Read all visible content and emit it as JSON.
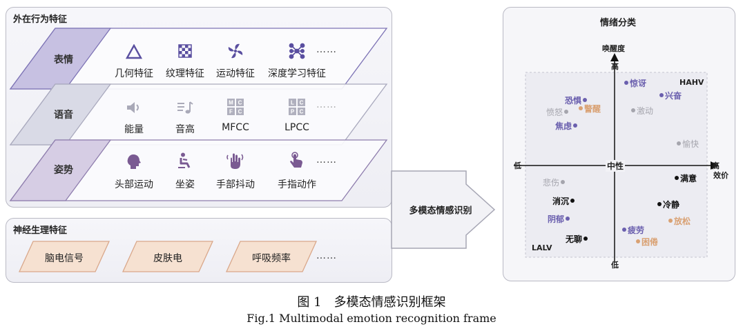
{
  "behavior_panel": {
    "title": "外在行为特征",
    "layers": [
      {
        "category": "表情",
        "items": [
          "几何特征",
          "纹理特征",
          "运动特征",
          "深度学习特征"
        ],
        "icons": [
          "triangle-icon",
          "checker-texture-icon",
          "pinwheel-icon",
          "neural-pattern-icon"
        ],
        "more": "……"
      },
      {
        "category": "语音",
        "items": [
          "能量",
          "音高",
          "MFCC",
          "LPCC"
        ],
        "icons": [
          "speaker-icon",
          "music-note-icon",
          "mfcc-grid-icon",
          "lpcc-grid-icon"
        ],
        "icon_text": {
          "mfcc": [
            "M",
            "C",
            "F",
            "C"
          ],
          "lpcc": [
            "L",
            "C",
            "P",
            "C"
          ]
        },
        "more": "……"
      },
      {
        "category": "姿势",
        "items": [
          "头部运动",
          "坐姿",
          "手部抖动",
          "手指动作"
        ],
        "icons": [
          "head-icon",
          "sitting-person-icon",
          "waving-hand-icon",
          "pointing-finger-icon"
        ],
        "more": "……"
      }
    ]
  },
  "physio_panel": {
    "title": "神经生理特征",
    "items": [
      "脑电信号",
      "皮肤电",
      "呼吸频率"
    ],
    "more": "……"
  },
  "arrow_label": "多模态情感识别",
  "emotion_panel": {
    "title": "情绪分类",
    "y_axis_label": "唤醒度",
    "y_top": "高",
    "y_bottom": "低",
    "x_left": "低",
    "x_right": "高",
    "x_axis_label": "效价",
    "center": "中性",
    "hahv": "HAHV",
    "lalv": "LALV",
    "colors": {
      "purple": "#6a5fae",
      "grey": "#a5a5ad",
      "orange": "#d9a173",
      "black": "#111111"
    },
    "emotions": {
      "jingya": "惊讶",
      "xingfen": "兴奋",
      "jidong": "激动",
      "yukuai": "愉快",
      "kongju": "恐惧",
      "fennu": "愤怒",
      "jingxing": "警醒",
      "jiaolv": "焦虑",
      "manyi": "满意",
      "lengjing": "冷静",
      "fangsong": "放松",
      "pilao": "疲劳",
      "kunjuan": "困倦",
      "beishang": "悲伤",
      "xiaochen": "消沉",
      "yinyu": "阴郁",
      "wuliao": "无聊"
    }
  },
  "caption": {
    "cn": "图 1　多模态情感识别框架",
    "en": "Fig.1 Multimodal emotion recognition frame"
  }
}
